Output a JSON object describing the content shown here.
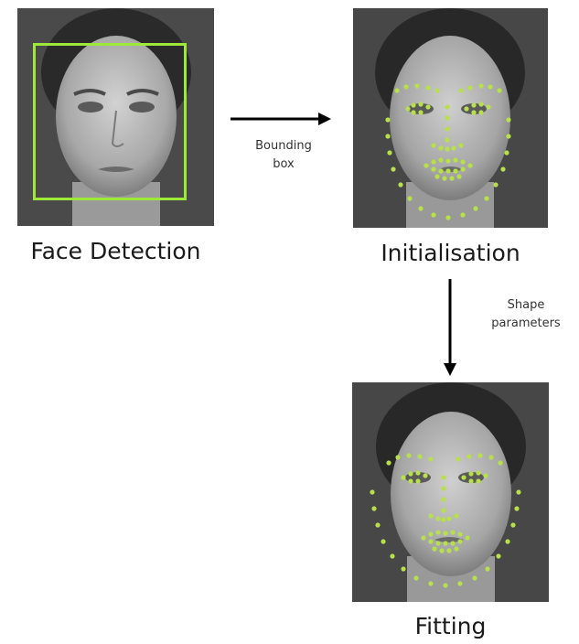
{
  "stages": [
    {
      "title": "Face Detection"
    },
    {
      "title": "Initialisation"
    },
    {
      "title": "Fitting"
    }
  ],
  "edges": [
    {
      "label_line1": "Bounding",
      "label_line2": "box"
    },
    {
      "label_line1": "Shape",
      "label_line2": "parameters"
    }
  ],
  "colors": {
    "bounding_box": "#9ee83a",
    "landmark": "#b8e04a",
    "panel_bg": "#474747",
    "arrow": "#000000"
  }
}
